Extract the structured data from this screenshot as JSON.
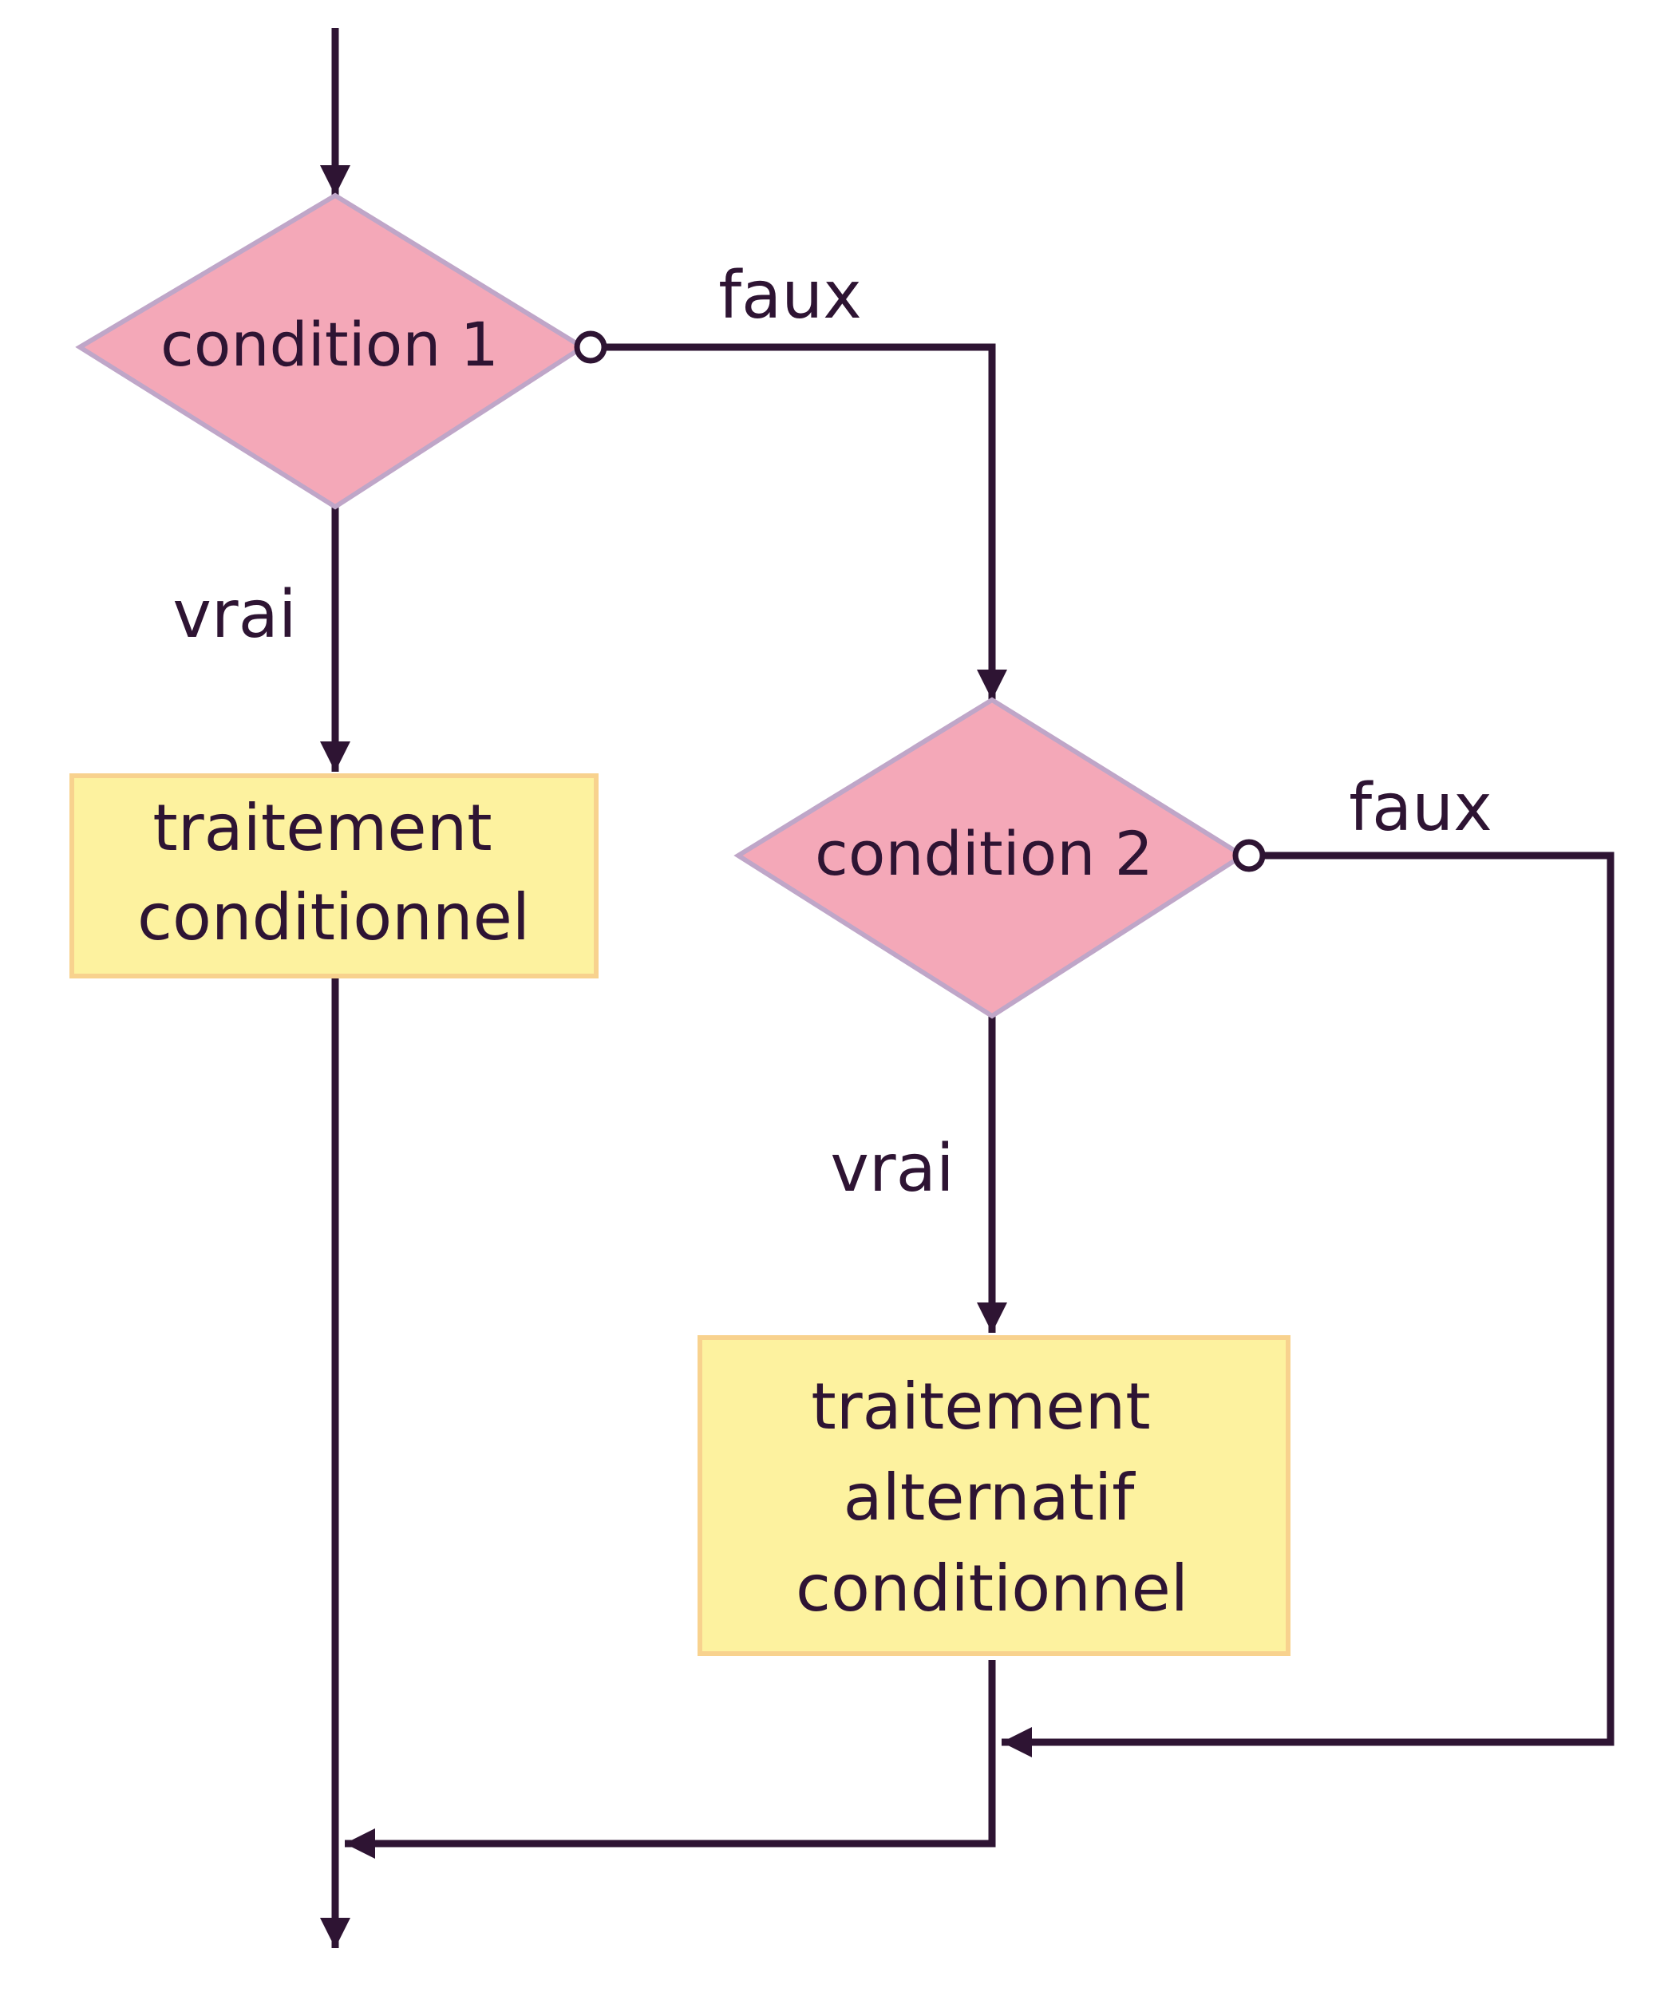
{
  "diagram": {
    "colors": {
      "line": "#2e1433",
      "decision_fill": "#f4a8b8",
      "decision_border": "#bfa6c8",
      "process_fill": "#fdf29f",
      "process_border": "#f8d28e",
      "text": "#2e1433"
    },
    "condition1": {
      "label": "condition 1"
    },
    "condition2": {
      "label": "condition 2"
    },
    "process1": {
      "lines": [
        "traitement",
        "conditionnel"
      ]
    },
    "process2": {
      "lines": [
        "traitement",
        "alternatif",
        "conditionnel"
      ]
    },
    "edges": {
      "c1_true": "vrai",
      "c1_false": "faux",
      "c2_true": "vrai",
      "c2_false": "faux"
    }
  }
}
